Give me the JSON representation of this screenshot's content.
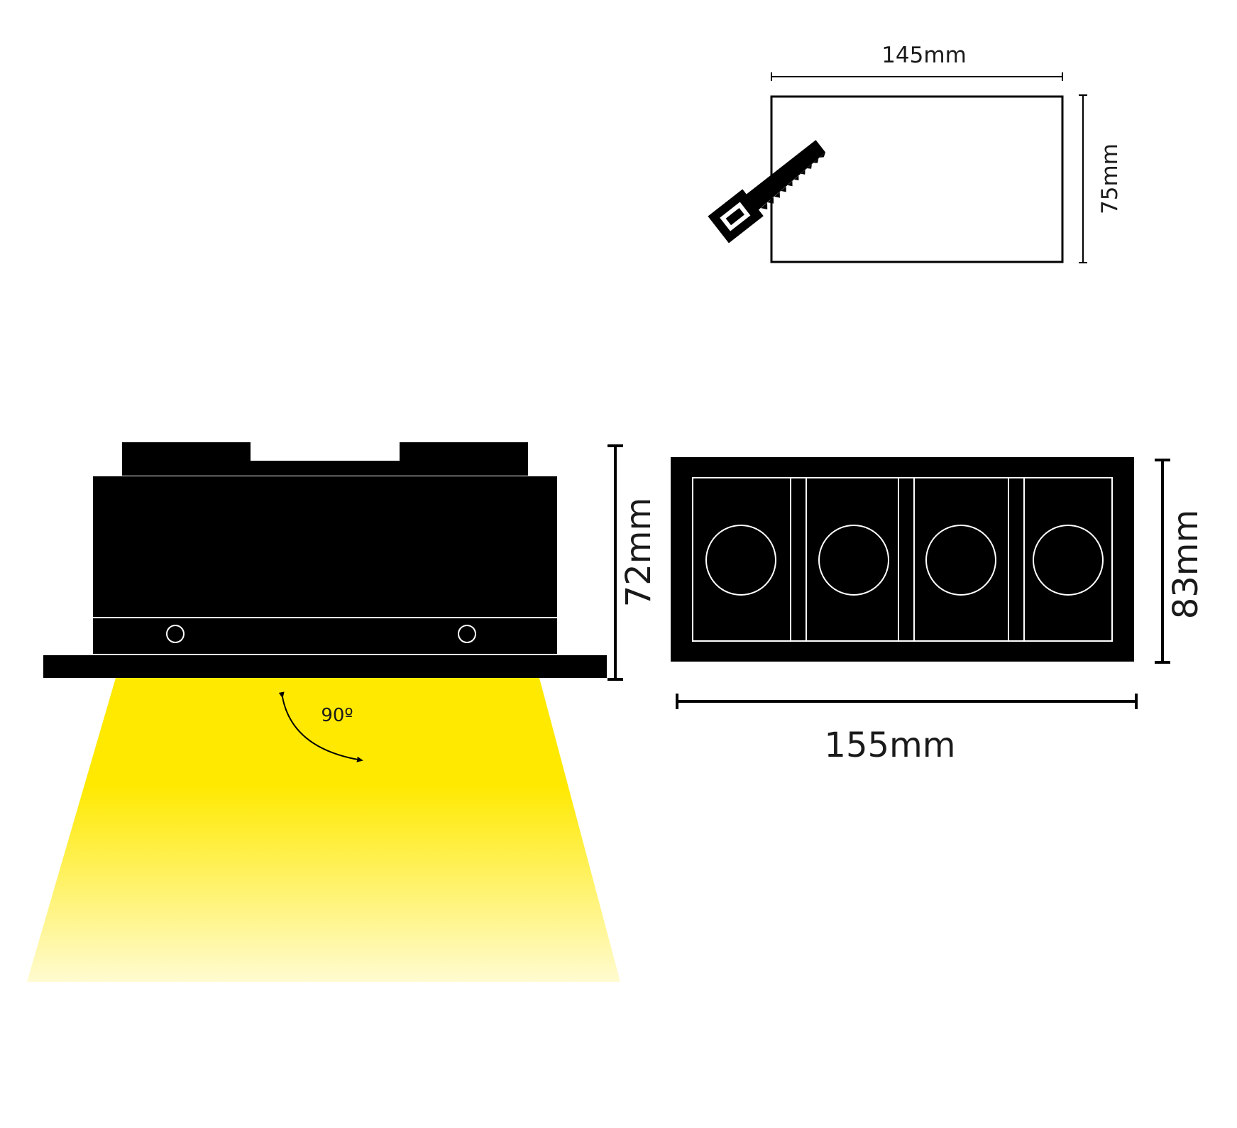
{
  "cutout": {
    "width_label": "145mm",
    "height_label": "75mm",
    "icon": "saw-icon"
  },
  "side_view": {
    "height_label": "72mm",
    "beam_angle_label": "90º",
    "beam_color_top": "#ffe900",
    "beam_color_bottom": "#fffbd0",
    "icon": "curved-double-arrow-icon"
  },
  "front_view": {
    "width_label": "155mm",
    "height_label": "83mm",
    "lens_count": 4
  },
  "colors": {
    "body": "#000000",
    "line": "#ffffff",
    "dimension": "#000000"
  }
}
